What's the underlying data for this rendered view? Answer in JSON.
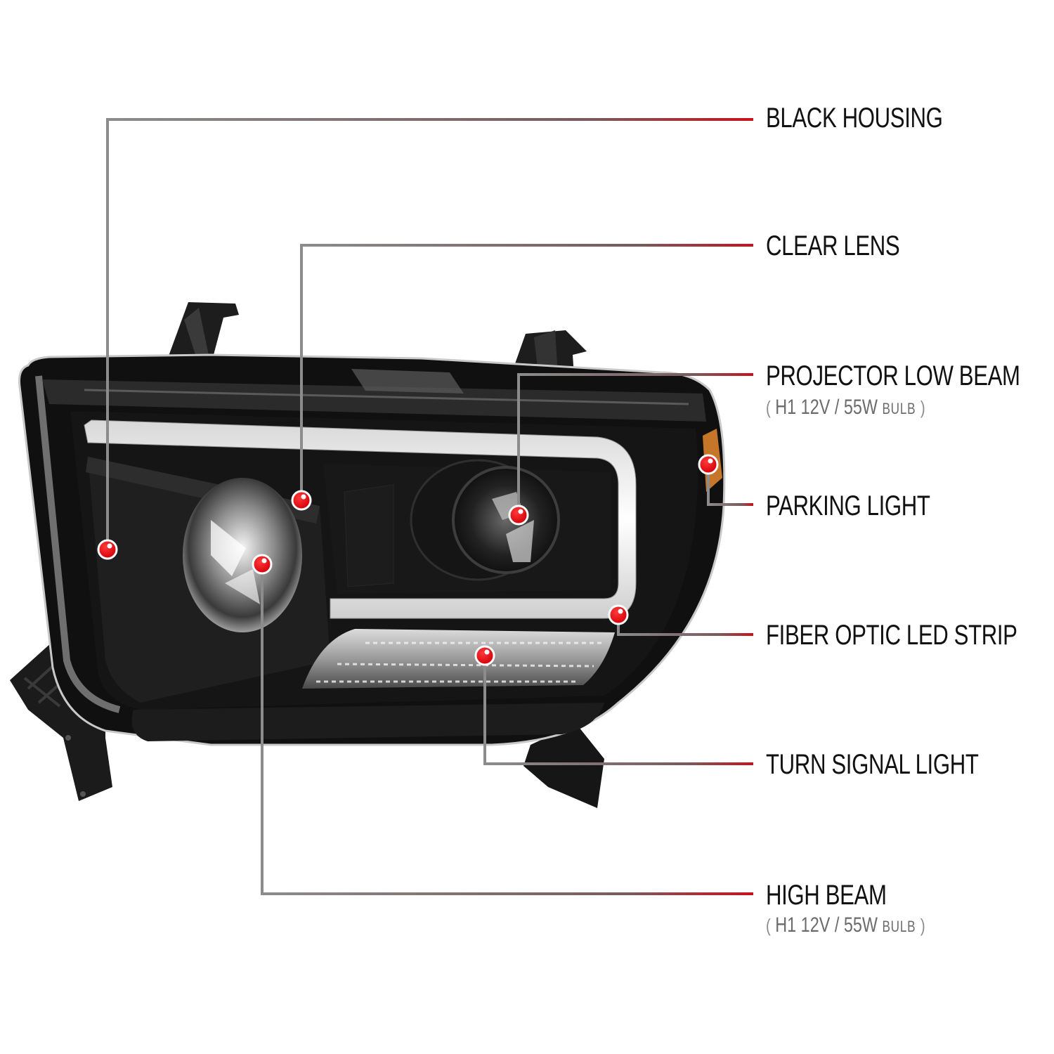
{
  "diagram": {
    "subject": "Black housing projector headlight with fiber optic LED strip",
    "colors": {
      "background": "#ffffff",
      "label_text": "#111111",
      "sub_text": "#6b6b6b",
      "leader_line_start": "#8c8c8c",
      "leader_line_end": "#c8121c",
      "marker_fill": "#e8000b",
      "marker_ring": "#ffffff",
      "housing": "#1a1a1a",
      "led_strip": "#f2f2f2",
      "amber": "#d9822b"
    },
    "callouts": [
      {
        "id": "black-housing",
        "label": "BLACK HOUSING",
        "sub": null
      },
      {
        "id": "clear-lens",
        "label": "CLEAR LENS",
        "sub": null
      },
      {
        "id": "projector-low-beam",
        "label": "PROJECTOR LOW BEAM",
        "sub": {
          "open": "(",
          "spec": "H1  12V / 55W",
          "bulb": "BULB",
          "close": ")"
        }
      },
      {
        "id": "parking-light",
        "label": "PARKING LIGHT",
        "sub": null
      },
      {
        "id": "fiber-optic-led-strip",
        "label": "FIBER OPTIC LED STRIP",
        "sub": null
      },
      {
        "id": "turn-signal-light",
        "label": "TURN SIGNAL LIGHT",
        "sub": null
      },
      {
        "id": "high-beam",
        "label": "HIGH BEAM",
        "sub": {
          "open": "(",
          "spec": "H1  12V / 55W",
          "bulb": "BULB",
          "close": ")"
        }
      }
    ]
  }
}
